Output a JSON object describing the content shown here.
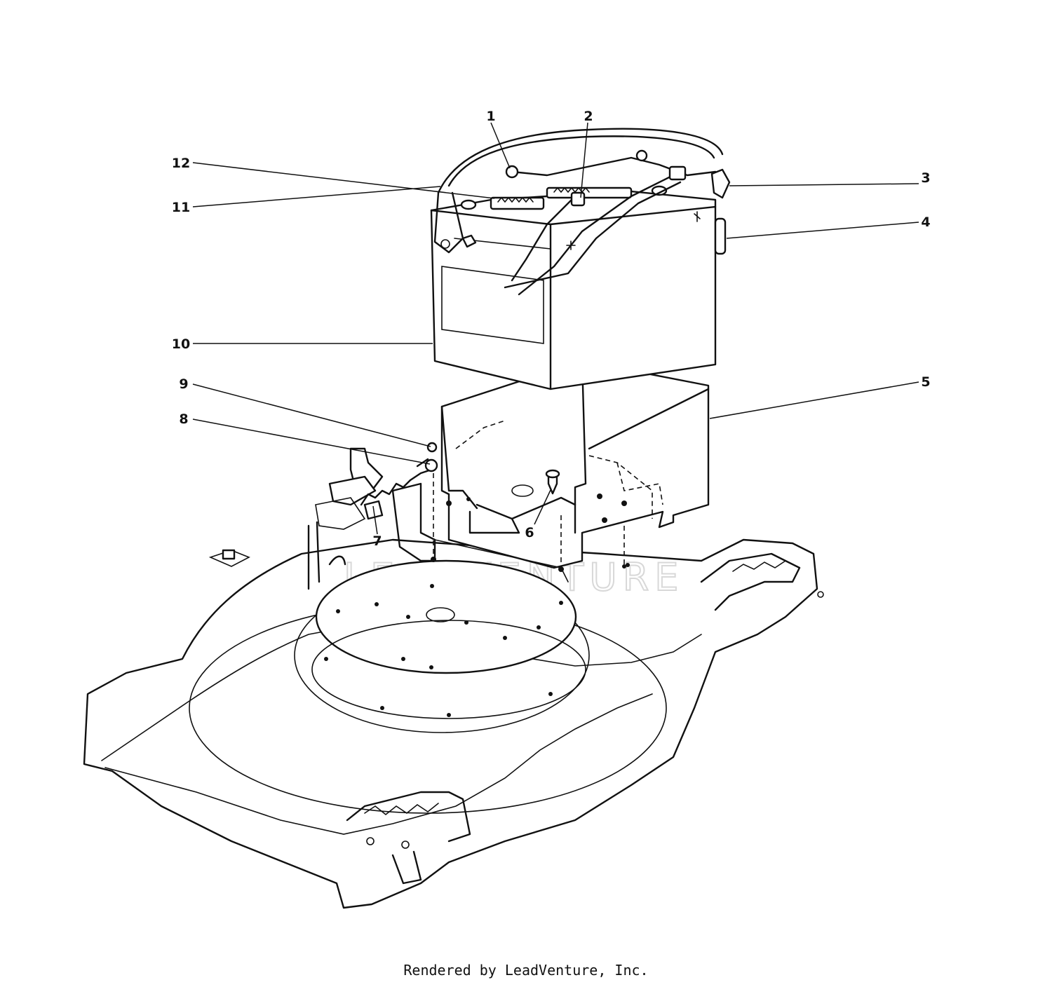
{
  "diagram": {
    "callouts": [
      {
        "label": "1"
      },
      {
        "label": "2"
      },
      {
        "label": "3"
      },
      {
        "label": "4"
      },
      {
        "label": "5"
      },
      {
        "label": "6"
      },
      {
        "label": "7"
      },
      {
        "label": "8"
      },
      {
        "label": "9"
      },
      {
        "label": "10"
      },
      {
        "label": "11"
      },
      {
        "label": "12"
      }
    ],
    "watermark": "LEADVENTURE"
  },
  "footer": {
    "credit": "Rendered by LeadVenture, Inc."
  }
}
